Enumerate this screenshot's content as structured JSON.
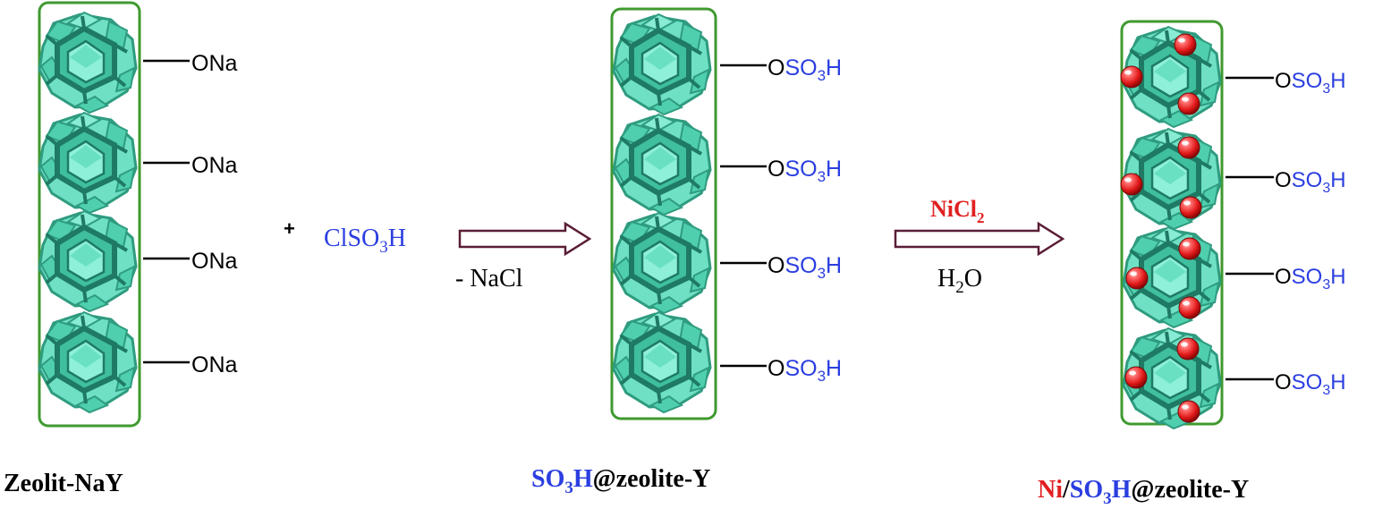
{
  "colors": {
    "frame": "#3f9a2f",
    "zeolite_fill": "#6fe0c4",
    "zeolite_edge": "#2f9b7f",
    "zeolite_dark": "#1f7a63",
    "sulfonic_blue": "#2b3fe0",
    "nickel_red": "#e02020",
    "arrow": "#5a1d36",
    "text": "#000000"
  },
  "reactant": {
    "label": "Zeolit-NaY",
    "group": "ONa"
  },
  "plus": "+",
  "reagent1": {
    "base": "ClSO",
    "sub": "3",
    "tail": "H"
  },
  "byproduct1": "- NaCl",
  "intermediate": {
    "group_o": "O",
    "group_so": "SO",
    "group_sub": "3",
    "group_h": "H",
    "label_so": "SO",
    "label_sub": "3",
    "label_h": "H",
    "label_rest": "@zeolite-Y"
  },
  "reagent2": {
    "base": "NiCl",
    "sub": "2"
  },
  "solvent": {
    "h": "H",
    "sub": "2",
    "o": "O"
  },
  "product": {
    "label_ni": "Ni",
    "label_slash": "/",
    "label_so": "SO",
    "label_sub": "3",
    "label_h": "H",
    "label_rest": "@zeolite-Y",
    "group_o": "O",
    "group_so": "SO",
    "group_sub": "3",
    "group_h": "H"
  },
  "icons": {
    "cage": "zeolite-cage-icon",
    "nickel": "nickel-particle-icon",
    "arrow": "reaction-arrow-icon"
  }
}
